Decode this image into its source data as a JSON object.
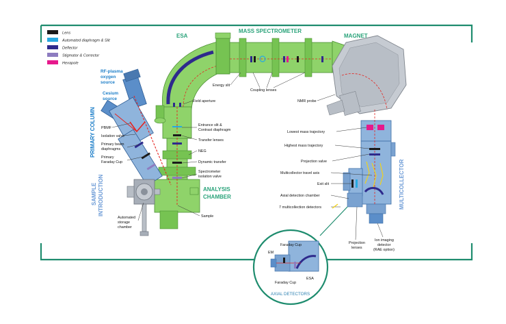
{
  "legend": [
    {
      "label": "Lens",
      "color": "#1a1a1a"
    },
    {
      "label": "Automated diaphragm & Slit",
      "color": "#27a9e1"
    },
    {
      "label": "Deflector",
      "color": "#2e2a8c"
    },
    {
      "label": "Stigmator & Corrector",
      "color": "#8d7cc0"
    },
    {
      "label": "Hexapole",
      "color": "#e6198c"
    }
  ],
  "sections": {
    "esa": "ESA",
    "mass_spectrometer": "MASS SPECTROMETER",
    "magnet": "MAGNET",
    "primary_column": "PRIMARY COLUMN",
    "sample_introduction_1": "SAMPLE",
    "sample_introduction_2": "INTRODUCTION",
    "analysis_chamber_1": "ANALYSIS",
    "analysis_chamber_2": "CHAMBER",
    "multicollector": "MULTICOLLECTOR",
    "axial_detectors": "AXIAL DETECTORS"
  },
  "sources": {
    "rf_plasma_1": "RF-plasma",
    "rf_plasma_2": "oxygen",
    "rf_plasma_3": "source",
    "cesium_1": "Cesium",
    "cesium_2": "source"
  },
  "labels": {
    "energy_slit": "Energy slit",
    "coupling_lenses": "Coupling lenses",
    "field_aperture": "Field aperture",
    "nmr_probe": "NMR probe",
    "entrance_slit_1": "Entrance slit &",
    "entrance_slit_2": "Contrast diaphragm",
    "transfer_lenses": "Transfer lenses",
    "neg": "NEG",
    "dynamic_transfer": "Dynamic transfer",
    "spectrometer_1": "Spectrometer",
    "spectrometer_2": "isolation valve",
    "pbmf": "PBMF",
    "isolation_valve": "Isolation valve",
    "primary_beam_1": "Primary beam",
    "primary_beam_2": "diaphragms",
    "primary_faraday_1": "Primary",
    "primary_faraday_2": "Faraday Cup",
    "automated_storage_1": "Automated",
    "automated_storage_2": "storage",
    "automated_storage_3": "chamber",
    "sample": "Sample",
    "lowest_mass": "Lowest mass trajectory",
    "highest_mass": "Highest mass trajectory",
    "projection_valve": "Projection valve",
    "multicollector_axis": "Multicollector travel axis",
    "exit_slit": "Exit slit",
    "axial_detection": "Axial detection chamber",
    "seven_detectors": "7 multicollection detectors",
    "projection_lenses_1": "Projection",
    "projection_lenses_2": "lenses",
    "ion_imaging_1": "Ion imaging",
    "ion_imaging_2": "detector",
    "ion_imaging_3": "(RAE option)",
    "inset_faraday_top": "Faraday Cup",
    "inset_em": "EM",
    "inset_faraday_bottom": "Faraday Cup",
    "inset_esa": "ESA"
  },
  "colors": {
    "frame": "#1e8c6e",
    "green_body": "#8fd36a",
    "green_dark": "#5fae3e",
    "blue_body": "#8fb4dc",
    "blue_dark": "#4a79b0",
    "gray_body": "#c6cbd2",
    "section_blue": "#6b9ad6",
    "section_green": "#2aa37a",
    "section_source": "#1c7ec8",
    "beam_red": "#e52521",
    "beam_yellow": "#f2d21a"
  }
}
